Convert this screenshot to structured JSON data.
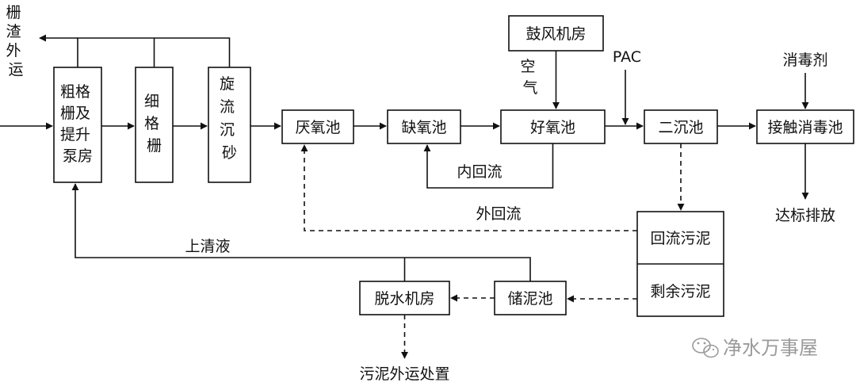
{
  "nodes": {
    "coarse_screen": "粗格栅及提升泵房",
    "fine_screen": "细格栅",
    "grit_chamber": "旋流沉砂池",
    "anaerobic": "厌氧池",
    "anoxic": "缺氧池",
    "aerobic": "好氧池",
    "secondary_clarifier": "二沉池",
    "contact_disinfection": "接触消毒池",
    "blower_room": "鼓风机房",
    "return_sludge": "回流污泥",
    "excess_sludge": "剩余污泥",
    "sludge_tank": "储泥池",
    "dewatering_room": "脱水机房"
  },
  "labels": {
    "screenings": "栅渣外运",
    "air": "空气",
    "pac": "PAC",
    "disinfectant": "消毒剂",
    "discharge": "达标排放",
    "internal_recycle": "内回流",
    "external_recycle": "外回流",
    "supernatant": "上清液",
    "sludge_disposal": "污泥外运处置"
  },
  "watermark": "净水万事屋"
}
